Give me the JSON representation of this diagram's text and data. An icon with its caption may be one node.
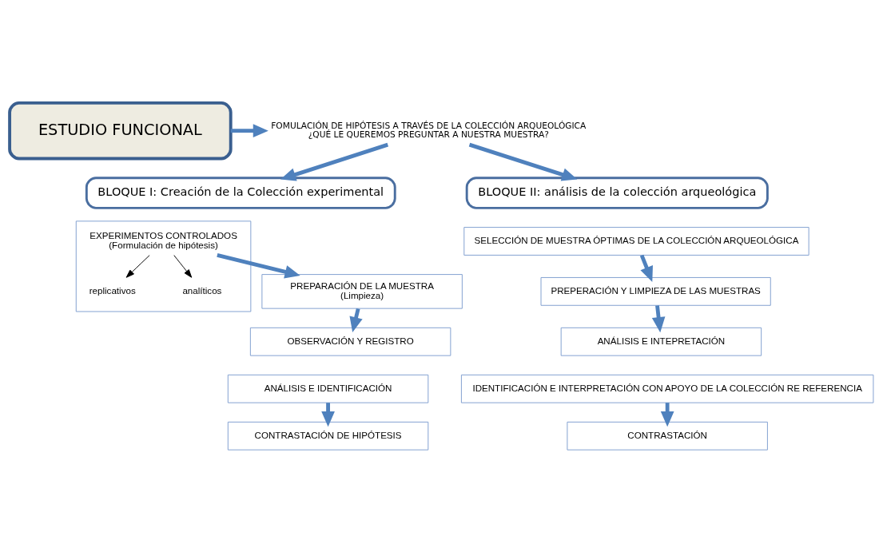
{
  "diagram": {
    "nodes": [
      {
        "text": [
          "ESTUDIO FUNCIONAL"
        ]
      },
      {
        "text": [
          "FOMULACIÓN DE HIPÓTESIS A TRAVÉS DE LA COLECCIÓN ARQUEOLÓGICA",
          "¿QUÉ LE QUEREMOS PREGUNTAR A NUESTRA MUESTRA?"
        ]
      },
      {
        "text": [
          "BLOQUE I: Creación de la Colección experimental"
        ]
      },
      {
        "text": [
          "BLOQUE II: análisis de la colección arqueológica"
        ]
      },
      {
        "text": [
          "EXPERIMENTOS CONTROLADOS",
          "(Formulación de hipótesis)"
        ]
      },
      {
        "text": [
          "replicativos"
        ],
        "in": 4
      },
      {
        "text": [
          "analíticos"
        ],
        "in": 4
      },
      {
        "text": [
          "PREPARACIÓN DE LA MUESTRA",
          "(Limpieza)"
        ]
      },
      {
        "text": [
          "OBSERVACIÓN Y REGISTRO"
        ]
      },
      {
        "text": [
          "ANÁLISIS E IDENTIFICACIÓN"
        ]
      },
      {
        "text": [
          "CONTRASTACIÓN DE HIPÓTESIS"
        ]
      },
      {
        "text": [
          "SELECCIÓN DE MUESTRA ÓPTIMAS DE LA COLECCIÓN ARQUEOLÓGICA"
        ]
      },
      {
        "text": [
          "PREPERACIÓN Y LIMPIEZA DE LAS MUESTRAS"
        ]
      },
      {
        "text": [
          "ANÁLISIS E INTEPRETACIÓN"
        ]
      },
      {
        "text": [
          "IDENTIFICACIÓN E INTERPRETACIÓN CON APOYO DE LA COLECCIÓN RE REFERENCIA"
        ]
      },
      {
        "text": [
          "CONTRASTACIÓN"
        ]
      }
    ],
    "edges": [
      {
        "from": 0,
        "to": 1,
        "arrow": "to"
      },
      {
        "from": 1,
        "to": 2,
        "arrow": "to"
      },
      {
        "from": 1,
        "to": 3,
        "arrow": "to"
      },
      {
        "from": 4,
        "to": 5,
        "arrow": "to",
        "color": "#000000"
      },
      {
        "from": 4,
        "to": 6,
        "arrow": "to",
        "color": "#000000"
      },
      {
        "from": 4,
        "to": 7,
        "arrow": "to"
      },
      {
        "from": 7,
        "to": 8,
        "arrow": "to"
      },
      {
        "from": 9,
        "to": 10,
        "arrow": "to"
      },
      {
        "from": 11,
        "to": 12,
        "arrow": "to"
      },
      {
        "from": 12,
        "to": 13,
        "arrow": "to"
      },
      {
        "from": 14,
        "to": 15,
        "arrow": "to"
      }
    ]
  }
}
